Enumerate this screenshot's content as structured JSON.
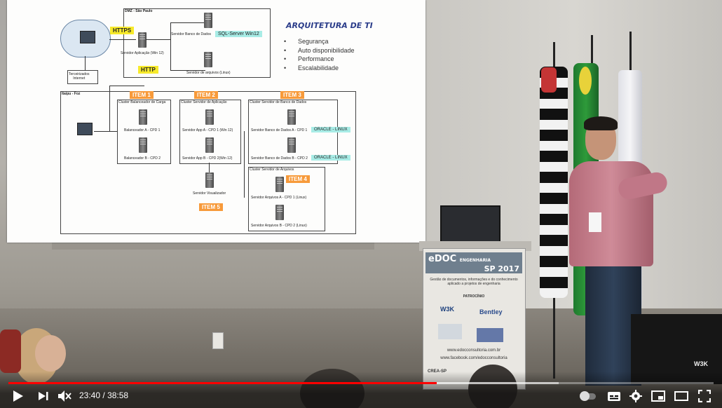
{
  "slide": {
    "dmz_title": "DMZ - São Paulo",
    "itaipu_title": "Itaipu - Foz",
    "https": "HTTPS",
    "http": "HTTP",
    "terceirizados": "Terceirizados\nInternet",
    "servidor_aplicacao": "Servidor Aplicação (Win 12)",
    "servidor_banco": "Servidor Banco de Dados",
    "sql_server": "SQL-Server Win12",
    "servidor_arquivos": "Servidor de arquivos (Linux)",
    "title": "ARQUITETURA DE TI",
    "bullets": [
      "Segurança",
      "Auto disponibilidade",
      "Performance",
      "Escalabilidade"
    ],
    "item1": "ITEM 1",
    "item2": "ITEM 2",
    "item3": "ITEM 3",
    "item4": "ITEM 4",
    "item5": "ITEM 5",
    "cluster_balanceador": "Cluster Balanceador de Carga",
    "balanceador_a": "Balanceador A - CPD 1",
    "balanceador_b": "Balanceador B - CPD 2",
    "cluster_aplicacao": "Cluster Servidor de Aplicação",
    "app_a": "Servidor App A - CPD 1 (Win 12)",
    "app_b": "Servidor App B - CPD 2(Win 12)",
    "visualizador": "Servidor Visualizador",
    "cluster_banco": "Cluster Servidor de Banco de Dados",
    "banco_a": "Servidor Banco de Dados A - CPD 1",
    "banco_b": "Servidor Banco de Dados B - CPD 2",
    "oracle1": "ORACLE - LINUX",
    "oracle2": "ORACLE - LINUX",
    "cluster_arquivos": "Cluster Servidor de Arquivos",
    "arquivos_a": "Servidor Arquivos A - CPD 1 (Linux)",
    "arquivos_b": "Servidor Arquivos B - CPD 2 (Linux)"
  },
  "scene": {
    "podium_brand": "eDOC",
    "podium_sub": "ENGENHARIA",
    "podium_event": "SP 2017",
    "podium_desc": "Gestão de documentos, informações e do conhecimento aplicado a projetos de engenharia",
    "patrocinio": "PATROCÍNIO",
    "sponsor1": "W3K",
    "sponsor2": "Bentley",
    "site1": "www.edocconsultoria.com.br",
    "site2": "www.facebook.com/edocconsultoria",
    "crea": "CREA-SP",
    "watermark": "W3K"
  },
  "player": {
    "time_current": "23:40",
    "time_separator": "/",
    "time_total": "38:58",
    "progress_fraction": 0.6075,
    "buffer_fraction": 0.78,
    "accent_color": "#ff0000",
    "icons": [
      "play-icon",
      "next-icon",
      "mute-icon",
      "autoplay-toggle",
      "subtitles-icon",
      "settings-gear-icon",
      "miniplayer-icon",
      "theater-icon",
      "fullscreen-icon"
    ]
  }
}
